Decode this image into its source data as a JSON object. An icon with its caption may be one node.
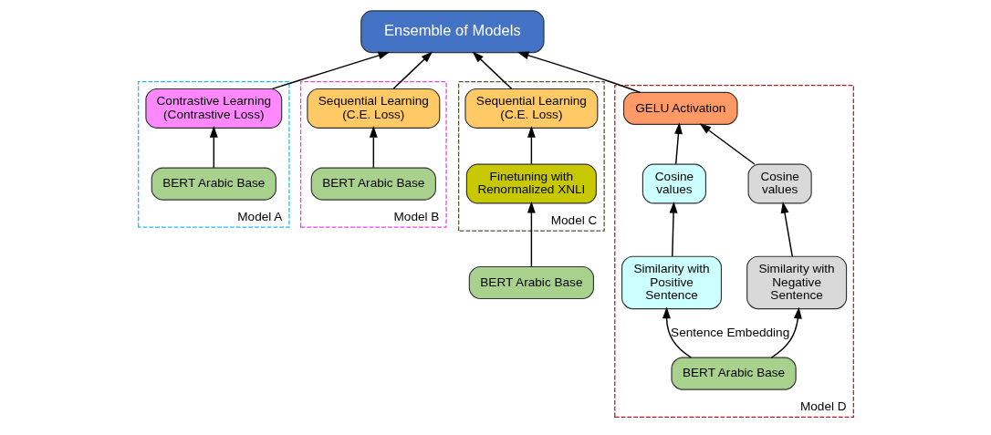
{
  "diagram": {
    "nodes": [
      {
        "text": [
          "Ensemble of Models"
        ]
      },
      {
        "text": [
          "Model A"
        ]
      },
      {
        "text": [
          "Contrastive Learning (Contrastive Loss)"
        ],
        "in": 1
      },
      {
        "text": [
          "BERT Arabic Base"
        ],
        "in": 1
      },
      {
        "text": [
          "Model B"
        ]
      },
      {
        "text": [
          "Sequential Learning (C.E. Loss)"
        ],
        "in": 4
      },
      {
        "text": [
          "BERT Arabic Base"
        ],
        "in": 4
      },
      {
        "text": [
          "Model C"
        ]
      },
      {
        "text": [
          "Sequential Learning (C.E. Loss)"
        ],
        "in": 7
      },
      {
        "text": [
          "Finetuning with Renormalized XNLI"
        ],
        "in": 7
      },
      {
        "text": [
          "BERT Arabic Base"
        ]
      },
      {
        "text": [
          "Model D"
        ]
      },
      {
        "text": [
          "GELU Activation"
        ],
        "in": 11
      },
      {
        "text": [
          "Cosine values"
        ],
        "in": 11
      },
      {
        "text": [
          "Cosine values"
        ],
        "in": 11
      },
      {
        "text": [
          "Similarity with Positive Sentence"
        ],
        "in": 11
      },
      {
        "text": [
          "Similarity with Negative Sentence"
        ],
        "in": 11
      },
      {
        "text": [
          "BERT Arabic Base"
        ],
        "in": 11
      }
    ],
    "edges": [
      {
        "from": 3,
        "to": 2,
        "arrow": "to"
      },
      {
        "from": 2,
        "to": 0,
        "arrow": "to"
      },
      {
        "from": 6,
        "to": 5,
        "arrow": "to"
      },
      {
        "from": 5,
        "to": 0,
        "arrow": "to"
      },
      {
        "from": 10,
        "to": 9,
        "arrow": "to"
      },
      {
        "from": 9,
        "to": 8,
        "arrow": "to"
      },
      {
        "from": 8,
        "to": 0,
        "arrow": "to"
      },
      {
        "from": 17,
        "to": 15,
        "arrow": "to",
        "label": "Sentence Embedding"
      },
      {
        "from": 17,
        "to": 16,
        "arrow": "to"
      },
      {
        "from": 15,
        "to": 13,
        "arrow": "to"
      },
      {
        "from": 16,
        "to": 14,
        "arrow": "to"
      },
      {
        "from": 13,
        "to": 12,
        "arrow": "to"
      },
      {
        "from": 14,
        "to": 12,
        "arrow": "to"
      },
      {
        "from": 12,
        "to": 0,
        "arrow": "to"
      }
    ]
  }
}
